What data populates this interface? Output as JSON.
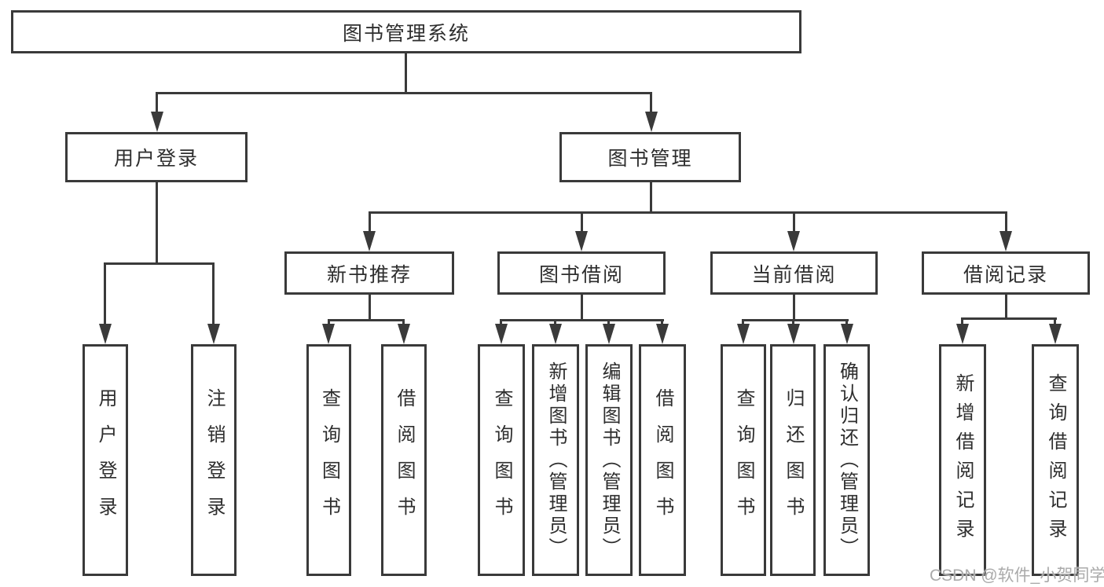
{
  "diagram": {
    "title": "图书管理系统",
    "root": {
      "label": "图书管理系统"
    },
    "level1": [
      {
        "label": "用户登录"
      },
      {
        "label": "图书管理"
      }
    ],
    "level2": [
      {
        "label": "新书推荐"
      },
      {
        "label": "图书借阅"
      },
      {
        "label": "当前借阅"
      },
      {
        "label": "借阅记录"
      }
    ],
    "leaves": [
      {
        "label": "用户登录",
        "parent": "用户登录"
      },
      {
        "label": "注销登录",
        "parent": "用户登录"
      },
      {
        "label": "查询图书",
        "parent": "新书推荐"
      },
      {
        "label": "借阅图书",
        "parent": "新书推荐"
      },
      {
        "label": "查询图书",
        "parent": "图书借阅"
      },
      {
        "label": "新增图书（管理员）",
        "parent": "图书借阅"
      },
      {
        "label": "编辑图书（管理员）",
        "parent": "图书借阅"
      },
      {
        "label": "借阅图书",
        "parent": "图书借阅"
      },
      {
        "label": "查询图书",
        "parent": "当前借阅"
      },
      {
        "label": "归还图书",
        "parent": "当前借阅"
      },
      {
        "label": "确认归还（管理员）",
        "parent": "当前借阅"
      },
      {
        "label": "新增借阅记录",
        "parent": "借阅记录"
      },
      {
        "label": "查询借阅记录",
        "parent": "借阅记录"
      }
    ]
  },
  "watermark": {
    "text": "CSDN @软件_小贺同学"
  },
  "colors": {
    "line": "#3a3a3a",
    "box_border": "#3a3a3a",
    "text": "#2e2e2e",
    "background": "#ffffff",
    "watermark": "#aaaaaa"
  }
}
